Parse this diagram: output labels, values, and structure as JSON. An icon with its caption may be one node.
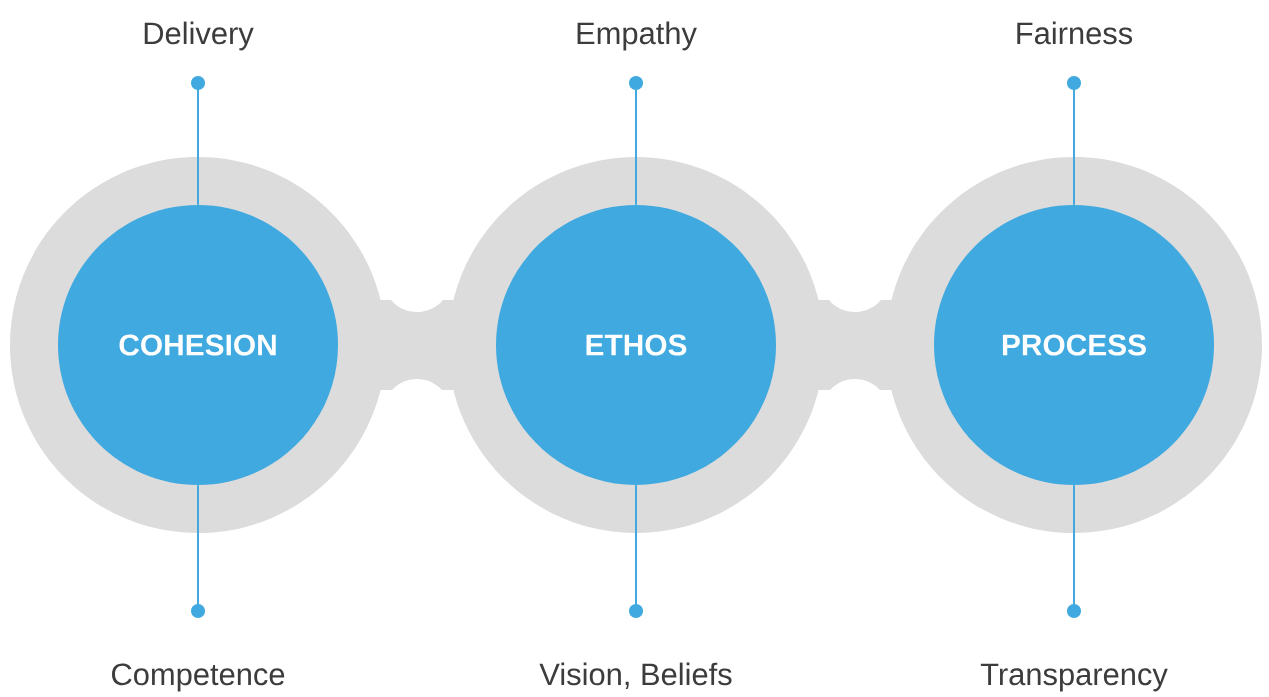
{
  "diagram": {
    "nodes": [
      {
        "text": [
          "Delivery"
        ]
      },
      {
        "text": [
          "Empathy"
        ]
      },
      {
        "text": [
          "Fairness"
        ]
      },
      {
        "text": [
          "COHESION"
        ]
      },
      {
        "text": [
          "ETHOS"
        ]
      },
      {
        "text": [
          "PROCESS"
        ]
      },
      {
        "text": [
          "Competence"
        ]
      },
      {
        "text": [
          "Vision, Beliefs"
        ]
      },
      {
        "text": [
          "Transparency"
        ]
      }
    ],
    "edges": [
      {
        "from": 0,
        "to": 3,
        "arrow": "other"
      },
      {
        "from": 1,
        "to": 4,
        "arrow": "other"
      },
      {
        "from": 2,
        "to": 5,
        "arrow": "other"
      },
      {
        "from": 6,
        "to": 3,
        "arrow": "other"
      },
      {
        "from": 7,
        "to": 4,
        "arrow": "other"
      },
      {
        "from": 8,
        "to": 5,
        "arrow": "other"
      }
    ]
  }
}
